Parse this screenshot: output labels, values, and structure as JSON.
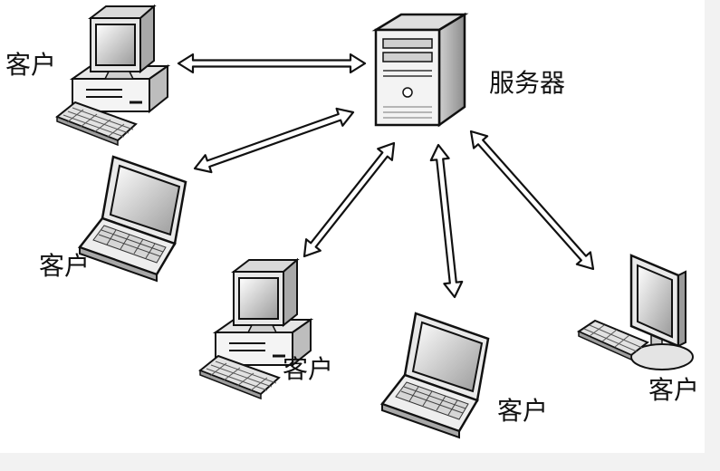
{
  "diagram": {
    "server": {
      "label": "服务器",
      "icon": "server-tower-icon"
    },
    "clients": [
      {
        "label": "客户",
        "device": "desktop-computer-icon"
      },
      {
        "label": "客户",
        "device": "laptop-icon"
      },
      {
        "label": "客户",
        "device": "desktop-computer-icon"
      },
      {
        "label": "客户",
        "device": "laptop-icon"
      },
      {
        "label": "客户",
        "device": "lcd-monitor-icon"
      }
    ],
    "connection": "bidirectional"
  }
}
